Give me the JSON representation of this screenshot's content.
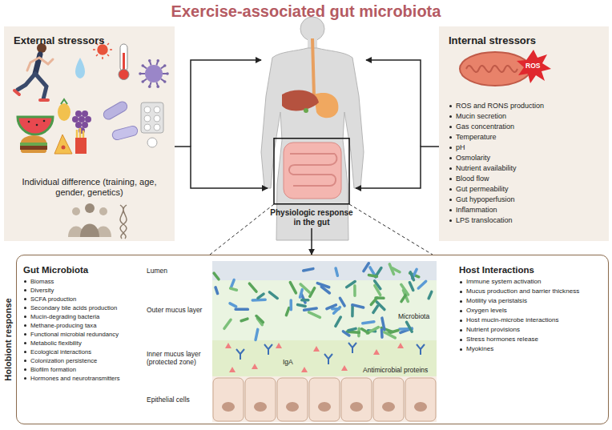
{
  "diagram": {
    "title": "Exercise-associated gut microbiota",
    "nodes": [
      {
        "text": [
          "External stressors",
          "Individual difference (training, age, gender, genetics)"
        ]
      },
      {
        "text": [
          "Internal stressors",
          "ROS and RONS production",
          "Mucin secretion",
          "Gas concentration",
          "Temperature",
          "pH",
          "Osmolarity",
          "Nutrient availability",
          "Blood flow",
          "Gut permeability",
          "Gut hypoperfusion",
          "Inflammation",
          "LPS translocation"
        ]
      },
      {
        "text": [
          "Physiologic response in the gut"
        ]
      },
      {
        "text": [
          "Holobiont response"
        ]
      },
      {
        "text": [
          "Gut Microbiota",
          "Biomass",
          "Diversity",
          "SCFA production",
          "Secondary bile acids production",
          "Mucin-degrading bacteria",
          "Methane-producing taxa",
          "Functional microbial redundancy",
          "Metabolic flexibility",
          "Ecological interactions",
          "Colonization persistence",
          "Biofilm formation",
          "Hormones and neurotransmitters"
        ],
        "in": 3
      },
      {
        "text": [
          "Host Interactions",
          "Immune system activation",
          "Mucus production and barrier thickness",
          "Motility via peristalsis",
          "Oxygen levels",
          "Host mucin-microbe interactions",
          "Nutrient provisions",
          "Stress hormones release",
          "Myokines"
        ],
        "in": 3
      }
    ],
    "edges": [
      {
        "from": 0,
        "to": 2,
        "arrow": "to"
      },
      {
        "from": 1,
        "to": 2,
        "arrow": "to"
      },
      {
        "from": 2,
        "to": 3,
        "arrow": "to"
      }
    ],
    "labels": [
      "ROS",
      "Lumen",
      "Outer mucus layer",
      "Microbiota",
      "Inner mucus layer (protected zone)",
      "IgA",
      "Antimicrobial proteins",
      "Epithelial cells"
    ]
  }
}
